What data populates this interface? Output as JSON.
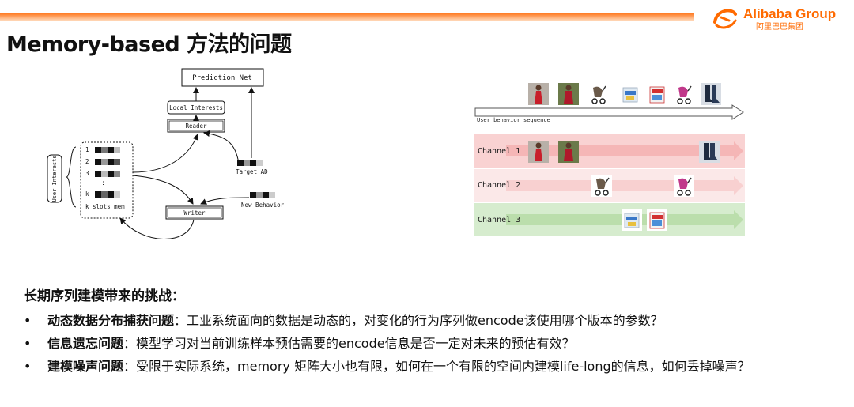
{
  "header": {
    "brand_name": "Alibaba Group",
    "brand_cn": "阿里巴巴集团",
    "title": "Memory-based 方法的问题"
  },
  "memory_diagram": {
    "prediction_net": "Prediction Net",
    "local_interests": "Local Interests",
    "reader": "Reader",
    "writer": "Writer",
    "target_ad": "Target AD",
    "new_behavior": "New Behavior",
    "user_interests": "User Interests",
    "slot_labels": [
      "1",
      "2",
      "3",
      "k"
    ],
    "ellipsis": "⋮",
    "slots_caption": "k slots mem"
  },
  "channel_diagram": {
    "sequence_label": "User behavior sequence",
    "channels": [
      {
        "label": "Channel 1",
        "color": "#f7c4c4",
        "items": [
          "red-dress-item",
          "red-dress-item",
          "boots-item"
        ]
      },
      {
        "label": "Channel 2",
        "color": "#f9dede",
        "items": [
          "stroller-item",
          "stroller-item"
        ]
      },
      {
        "label": "Channel 3",
        "color": "#cfe8c4",
        "items": [
          "diaper-item",
          "diaper-item"
        ]
      }
    ],
    "sequence_items": [
      "red-dress-item",
      "red-dress-item",
      "stroller-item",
      "diaper-item",
      "diaper-item",
      "stroller-item",
      "boots-item"
    ]
  },
  "challenges": {
    "heading": "长期序列建模带来的挑战：",
    "bullet_char": "•",
    "items": [
      {
        "term": "动态数据分布捕获问题",
        "text": "：工业系统面向的数据是动态的，对变化的行为序列做encode该使用哪个版本的参数？"
      },
      {
        "term": "信息遗忘问题",
        "text": "：模型学习对当前训练样本预估需要的encode信息是否一定对未来的预估有效？"
      },
      {
        "term": "建模噪声问题",
        "text": "：受限于实际系统，memory 矩阵大小也有限，如何在一个有限的空间内建模life-long的信息，如何丢掉噪声？"
      }
    ]
  },
  "colors": {
    "accent": "#ff6a00",
    "channel_red": "#f7c4c4",
    "channel_green": "#cfe8c4"
  }
}
